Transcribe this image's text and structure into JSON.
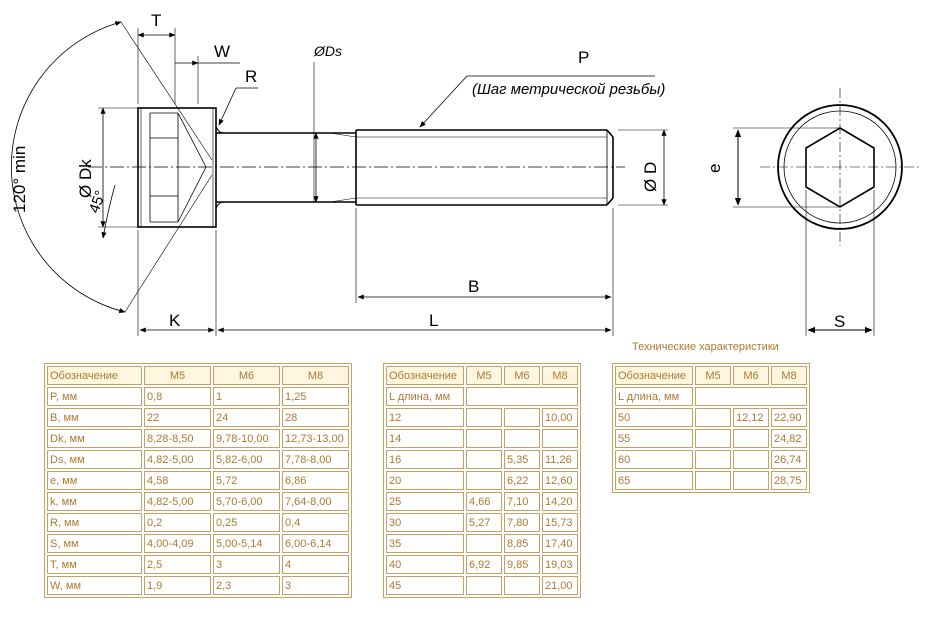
{
  "drawing": {
    "labels": {
      "T": "T",
      "W": "W",
      "R": "R",
      "Ds": "ØDs",
      "P": "P",
      "thread_note": "(Шаг метрической резьбы)",
      "angle_120": "120° min",
      "Dk": "Ø Dk",
      "angle_45": "45°",
      "D": "Ø D",
      "e": "e",
      "B": "B",
      "K": "K",
      "L": "L",
      "S": "S"
    }
  },
  "tables": {
    "title": "Технические характеристики",
    "table1": {
      "header": [
        "Обозначение",
        "M5",
        "M6",
        "M8"
      ],
      "rows": [
        [
          "P, мм",
          "0,8",
          "1",
          "1,25"
        ],
        [
          "B, мм",
          "22",
          "24",
          "28"
        ],
        [
          "Dk, мм",
          "8,28-8,50",
          "9,78-10,00",
          "12,73-13,00"
        ],
        [
          "Ds, мм",
          "4,82-5,00",
          "5,82-6,00",
          "7,78-8,00"
        ],
        [
          "e, мм",
          "4,58",
          "5,72",
          "6,86"
        ],
        [
          "k, мм",
          "4,82-5,00",
          "5,70-6,00",
          "7,64-8,00"
        ],
        [
          "R, мм",
          "0,2",
          "0,25",
          "0,4"
        ],
        [
          "S, мм",
          "4,00-4,09",
          "5,00-5,14",
          "6,00-6,14"
        ],
        [
          "T, мм",
          "2,5",
          "3",
          "4"
        ],
        [
          "W, мм",
          "1,9",
          "2,3",
          "3"
        ]
      ]
    },
    "table2": {
      "header": [
        "Обозначение",
        "M5",
        "M6",
        "M8"
      ],
      "subheader": "L длина, мм",
      "rows": [
        [
          "12",
          "",
          "",
          "10,00"
        ],
        [
          "14",
          "",
          "",
          ""
        ],
        [
          "16",
          "",
          "5,35",
          "11,26"
        ],
        [
          "20",
          "",
          "6,22",
          "12,60"
        ],
        [
          "25",
          "4,66",
          "7,10",
          "14,20"
        ],
        [
          "30",
          "5,27",
          "7,80",
          "15,73"
        ],
        [
          "35",
          "",
          "8,85",
          "17,40"
        ],
        [
          "40",
          "6,92",
          "9,85",
          "19,03"
        ],
        [
          "45",
          "",
          "",
          "21,00"
        ]
      ]
    },
    "table3": {
      "header": [
        "Обозначение",
        "M5",
        "M6",
        "M8"
      ],
      "subheader": "L длина, мм",
      "rows": [
        [
          "50",
          "",
          "12,12",
          "22,90"
        ],
        [
          "55",
          "",
          "",
          "24,82"
        ],
        [
          "60",
          "",
          "",
          "26,74"
        ],
        [
          "65",
          "",
          "",
          "28,75"
        ]
      ]
    }
  }
}
